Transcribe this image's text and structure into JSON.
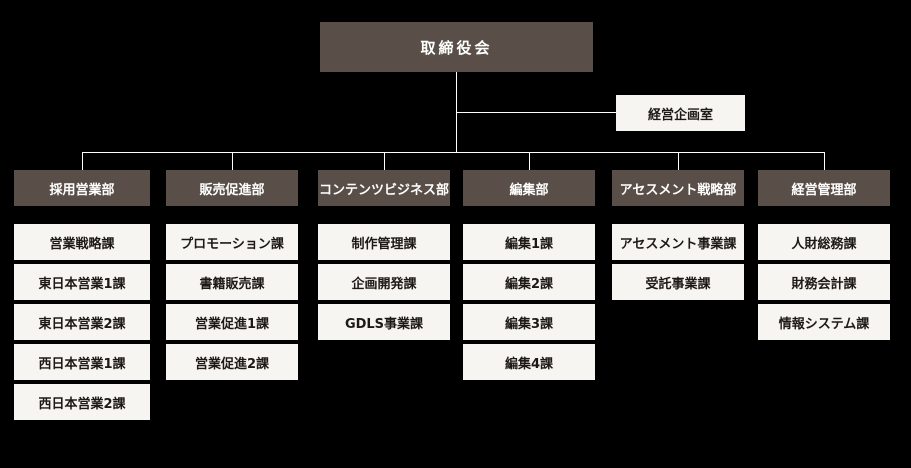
{
  "colors": {
    "background": "#000000",
    "dark_box": "#594f48",
    "light_box": "#f7f5f2",
    "dark_text": "#1c1916",
    "light_text": "#ffffff",
    "line": "#ffffff"
  },
  "root": {
    "label": "取締役会"
  },
  "staff": {
    "label": "経営企画室"
  },
  "departments": [
    {
      "label": "採用営業部",
      "units": [
        "営業戦略課",
        "東日本営業1課",
        "東日本営業2課",
        "西日本営業1課",
        "西日本営業2課"
      ]
    },
    {
      "label": "販売促進部",
      "units": [
        "プロモーション課",
        "書籍販売課",
        "営業促進1課",
        "営業促進2課"
      ]
    },
    {
      "label": "コンテンツビジネス部",
      "units": [
        "制作管理課",
        "企画開発課",
        "GDLS事業課"
      ]
    },
    {
      "label": "編集部",
      "units": [
        "編集1課",
        "編集2課",
        "編集3課",
        "編集4課"
      ]
    },
    {
      "label": "アセスメント戦略部",
      "units": [
        "アセスメント事業課",
        "受託事業課"
      ]
    },
    {
      "label": "経営管理部",
      "units": [
        "人財総務課",
        "財務会計課",
        "情報システム課"
      ]
    }
  ]
}
